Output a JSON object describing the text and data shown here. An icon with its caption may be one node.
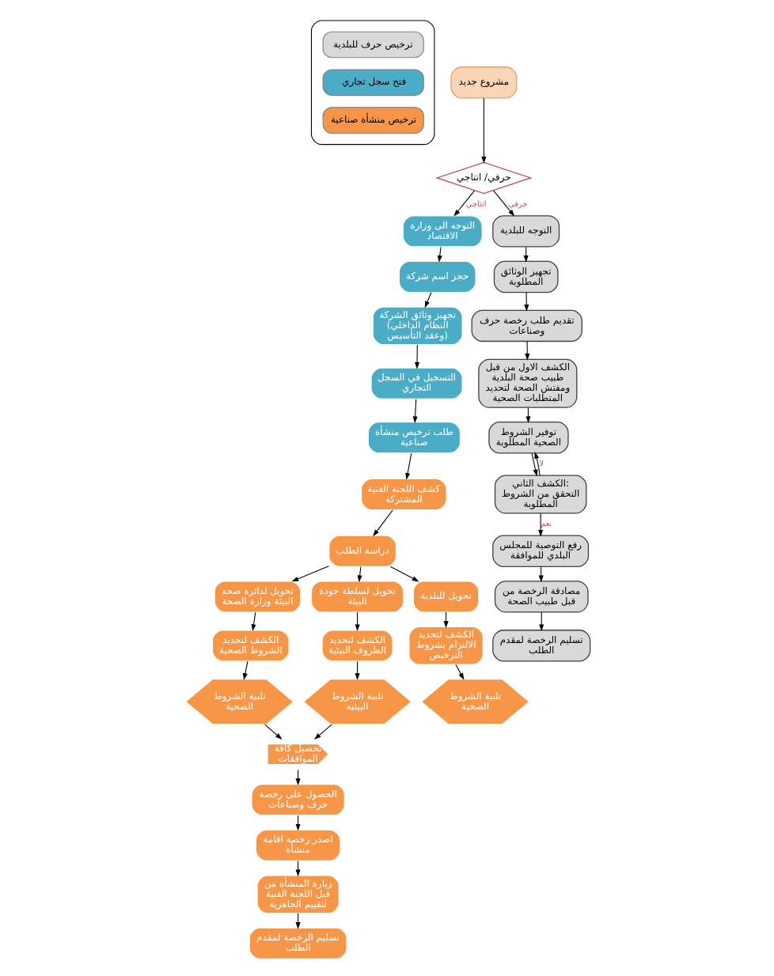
{
  "diagram": {
    "nodes": [
      {
        "text": [
          "مشروع جديد"
        ]
      },
      {
        "text": [
          "حرفي/ انتاجي"
        ]
      },
      {
        "text": [
          "التوجه الى وزارة الاقتصاد"
        ]
      },
      {
        "text": [
          "حجز اسم شركة"
        ]
      },
      {
        "text": [
          "تجهيز وثائق الشركة (النظام الداخلي وعقد التأسيس)"
        ]
      },
      {
        "text": [
          "التسجيل في السجل التجاري"
        ]
      },
      {
        "text": [
          "طلب ترخيص منشأة صناعية"
        ]
      },
      {
        "text": [
          "كشف اللجنة الفنية المشتركة"
        ]
      },
      {
        "text": [
          "دراسة الطلب"
        ]
      },
      {
        "text": [
          "تحويل لدائرة صحة البيئة وزارة الصحة"
        ]
      },
      {
        "text": [
          "تحويل لسلطة جودة البيئة"
        ]
      },
      {
        "text": [
          "تحويل للبلدية"
        ]
      },
      {
        "text": [
          "الكشف لتحديد الشروط الصحية"
        ]
      },
      {
        "text": [
          "الكشف لتحديد الظروف البيئية"
        ]
      },
      {
        "text": [
          "الكشف لتحديد الالتزام بشروط الترخيص"
        ]
      },
      {
        "text": [
          "تلبية الشروط الصحية"
        ]
      },
      {
        "text": [
          "تلبية الشروط البيئية"
        ]
      },
      {
        "text": [
          "تلبية الشروط الصحية"
        ]
      },
      {
        "text": [
          "تحصيل كافة الموافقات"
        ]
      },
      {
        "text": [
          "الحصول على رخصة حرف وصناعات"
        ]
      },
      {
        "text": [
          "اصدر رخصة اقامة منشأة"
        ]
      },
      {
        "text": [
          "زيارة المنشأة من قبل اللجنة الفنية لتقييم الجاهزية"
        ]
      },
      {
        "text": [
          "تسليم الرخصة لمقدم الطلب"
        ]
      },
      {
        "text": [
          "التوجه للبلدية"
        ]
      },
      {
        "text": [
          "تجهيز الوثائق المطلوبة"
        ]
      },
      {
        "text": [
          "تقديم طلب رخصة حرف وصناعات"
        ]
      },
      {
        "text": [
          "الكشف الاول من قبل طبيب صحة البلدية ومفتش الصحة لتحديد المتطلبات الصحية"
        ]
      },
      {
        "text": [
          "توفير الشروط الصحية المطلوبة"
        ]
      },
      {
        "text": [
          "الكشف الثاني: التحقق من الشروط المطلوبة"
        ]
      },
      {
        "text": [
          "رفع التوصية للمجلس البلدي للموافقة"
        ]
      },
      {
        "text": [
          "مصادقة الرخصة من قبل طبيب الصحة"
        ]
      },
      {
        "text": [
          "تسليم الرخصة لمقدم الطلب"
        ]
      }
    ],
    "edges": [
      {
        "from": 0,
        "to": 1,
        "arrow": "to"
      },
      {
        "from": 1,
        "to": 2,
        "arrow": "to",
        "label": "انتاجي"
      },
      {
        "from": 1,
        "to": 23,
        "arrow": "to",
        "label": "حرفي"
      },
      {
        "from": 2,
        "to": 3,
        "arrow": "to"
      },
      {
        "from": 3,
        "to": 4,
        "arrow": "to"
      },
      {
        "from": 4,
        "to": 5,
        "arrow": "to"
      },
      {
        "from": 5,
        "to": 6,
        "arrow": "to"
      },
      {
        "from": 6,
        "to": 7,
        "arrow": "to"
      },
      {
        "from": 7,
        "to": 8,
        "arrow": "to"
      },
      {
        "from": 8,
        "to": 9,
        "arrow": "to"
      },
      {
        "from": 8,
        "to": 10,
        "arrow": "to"
      },
      {
        "from": 8,
        "to": 11,
        "arrow": "to"
      },
      {
        "from": 9,
        "to": 12,
        "arrow": "to"
      },
      {
        "from": 10,
        "to": 13,
        "arrow": "to"
      },
      {
        "from": 11,
        "to": 14,
        "arrow": "to"
      },
      {
        "from": 12,
        "to": 15,
        "arrow": "to"
      },
      {
        "from": 13,
        "to": 16,
        "arrow": "to"
      },
      {
        "from": 14,
        "to": 17,
        "arrow": "to"
      },
      {
        "from": 15,
        "to": 18,
        "arrow": "to"
      },
      {
        "from": 16,
        "to": 18,
        "arrow": "to"
      },
      {
        "from": 18,
        "to": 19,
        "arrow": "to"
      },
      {
        "from": 19,
        "to": 20,
        "arrow": "to"
      },
      {
        "from": 20,
        "to": 21,
        "arrow": "to"
      },
      {
        "from": 21,
        "to": 22,
        "arrow": "to"
      },
      {
        "from": 23,
        "to": 24,
        "arrow": "to"
      },
      {
        "from": 24,
        "to": 25,
        "arrow": "to"
      },
      {
        "from": 25,
        "to": 26,
        "arrow": "to"
      },
      {
        "from": 26,
        "to": 27,
        "arrow": "to"
      },
      {
        "from": 27,
        "to": 28,
        "arrow": "to"
      },
      {
        "from": 28,
        "to": 29,
        "arrow": "to",
        "label": "نعم"
      },
      {
        "from": 29,
        "to": 30,
        "arrow": "to"
      },
      {
        "from": 30,
        "to": 31,
        "arrow": "to"
      },
      {
        "from": 28,
        "to": 27,
        "arrow": "to",
        "label": "لا"
      }
    ],
    "legend": [
      {
        "text": "ترخيص حرف للبلدية",
        "color": "#d9d9d9"
      },
      {
        "text": "فتح سجل تجاري",
        "color": "#4bacc6"
      },
      {
        "text": "ترخيص منشأة صناعية",
        "color": "#f79646"
      }
    ]
  }
}
